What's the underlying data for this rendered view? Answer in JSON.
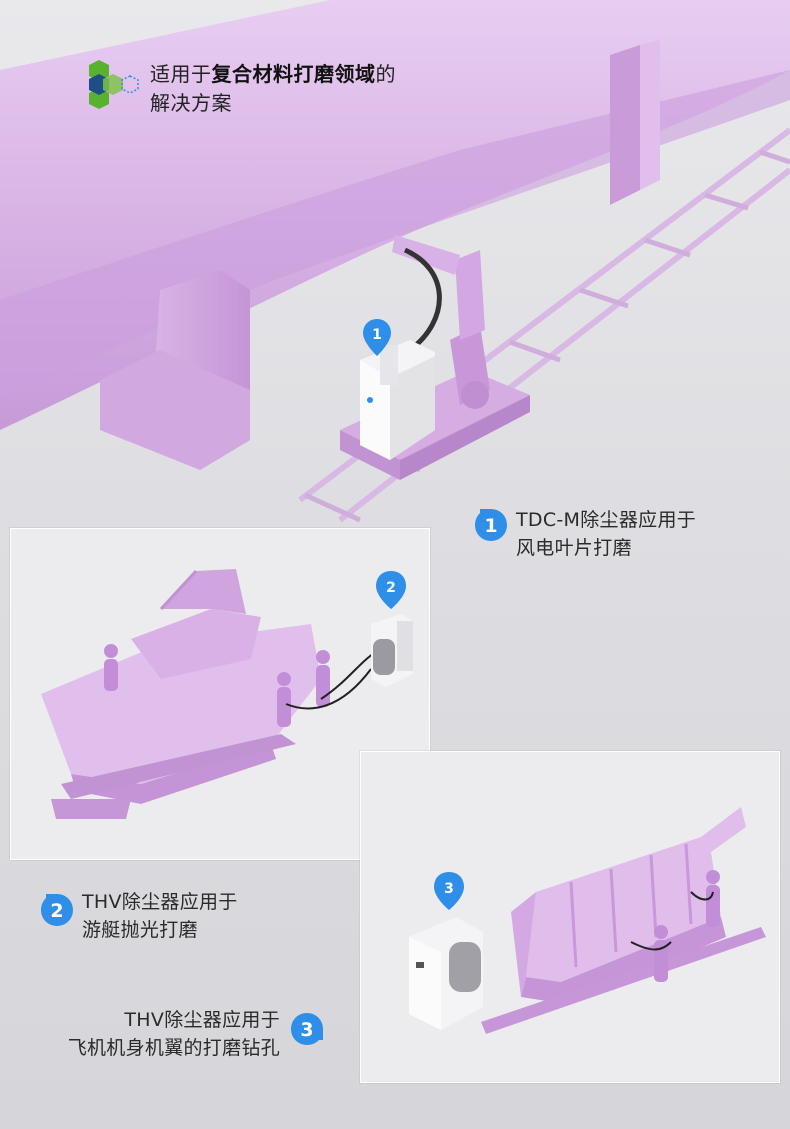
{
  "headline": {
    "prefix": "适用于",
    "emphasis": "复合材料打磨领域",
    "suffix": "的",
    "line2": "解决方案"
  },
  "pins": [
    "1",
    "2",
    "3"
  ],
  "captions": [
    {
      "number": "1",
      "line1": "TDC-M除尘器应用于",
      "line2": "风电叶片打磨"
    },
    {
      "number": "2",
      "line1": "THV除尘器应用于",
      "line2": "游艇抛光打磨"
    },
    {
      "number": "3",
      "line1": "THV除尘器应用于",
      "line2": "飞机机身机翼的打磨钻孔"
    }
  ],
  "colors": {
    "accent_blue": "#2f8fe8",
    "model_lilac": "#dcb7e8",
    "hex_green": "#59b22f",
    "hex_blue": "#1d4f86"
  }
}
